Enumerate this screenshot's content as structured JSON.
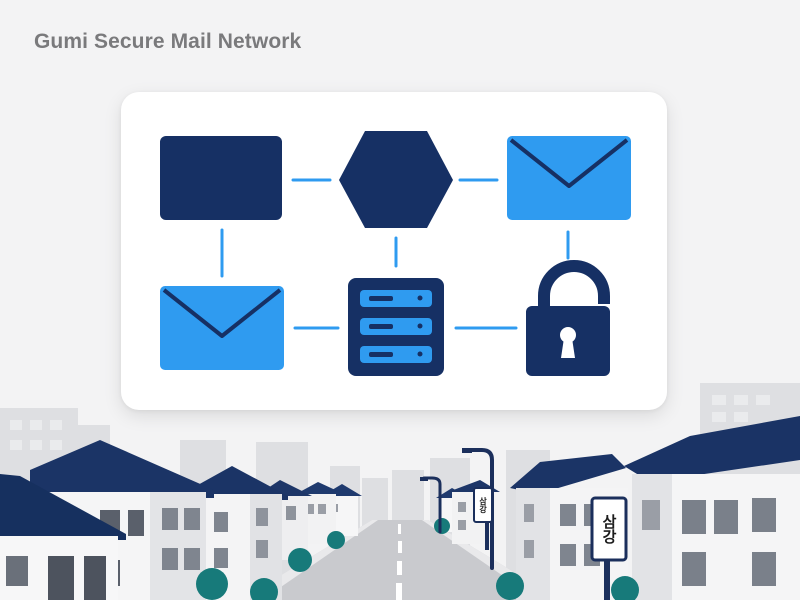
{
  "header": {
    "title": "Gumi Secure Mail Network"
  },
  "network": {
    "nodes": [
      {
        "id": "node-terminal",
        "icon": "terminal-block-icon"
      },
      {
        "id": "node-gateway",
        "icon": "hexagon-gateway-icon"
      },
      {
        "id": "node-mail-top",
        "icon": "envelope-icon"
      },
      {
        "id": "node-mail-bottom",
        "icon": "envelope-icon"
      },
      {
        "id": "node-server",
        "icon": "server-rack-icon"
      },
      {
        "id": "node-lock",
        "icon": "open-padlock-icon"
      }
    ]
  },
  "street": {
    "signs": [
      {
        "text": "삼강"
      },
      {
        "text": "삼강"
      }
    ]
  },
  "colors": {
    "navy": "#163064",
    "blue": "#2f9bf0",
    "connector": "#2f9bf0",
    "background": "#f3f3f4"
  }
}
